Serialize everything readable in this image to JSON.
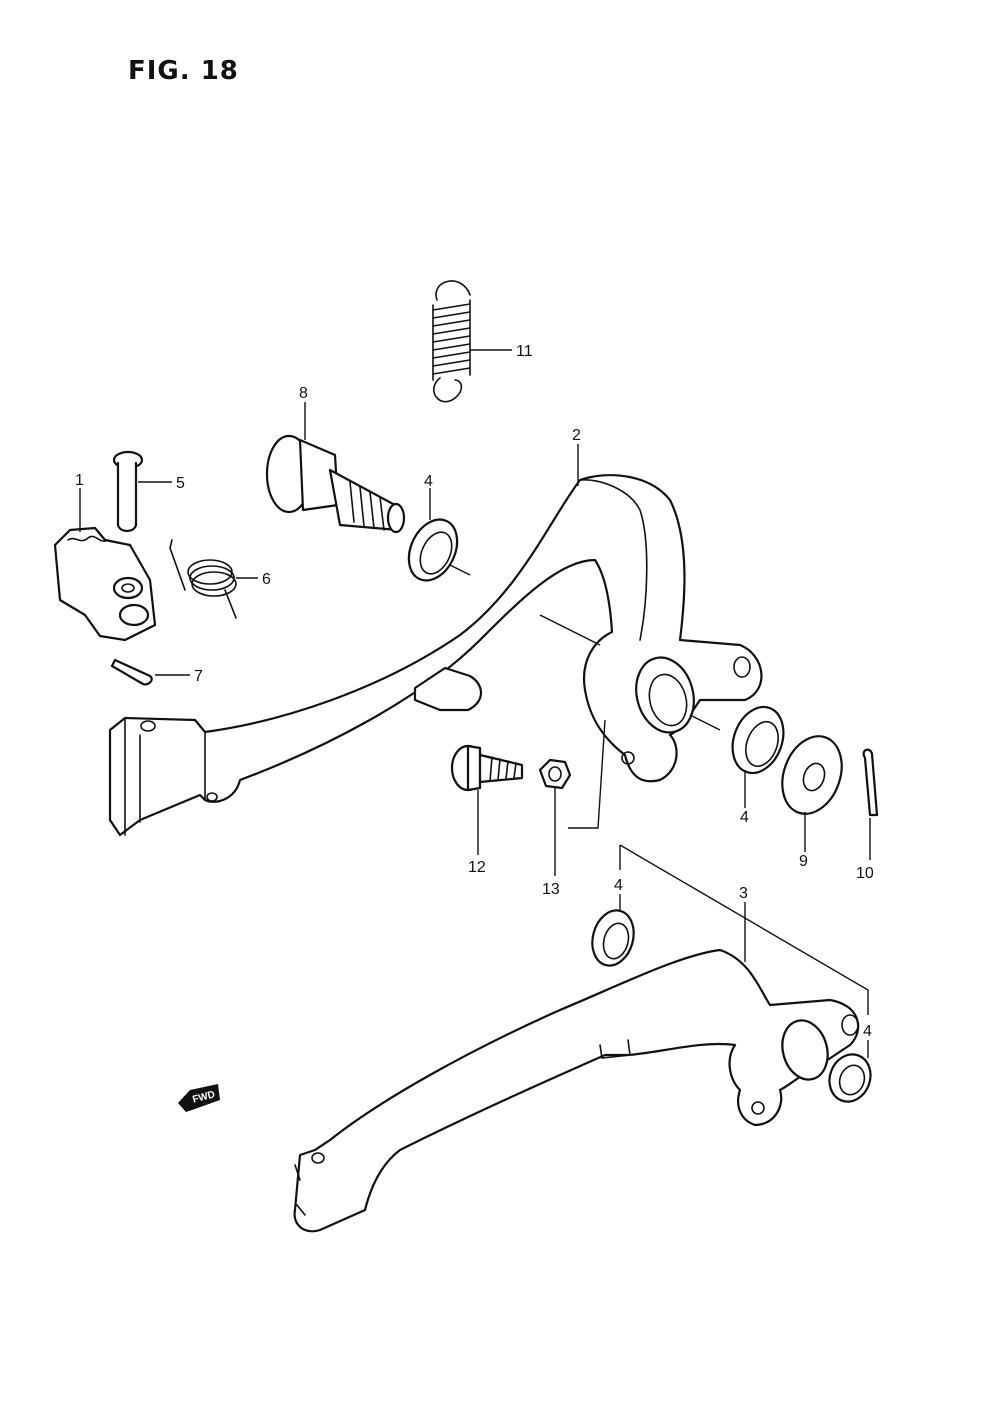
{
  "figure": {
    "title": "FIG. 18"
  },
  "callouts": {
    "c1": "1",
    "c2": "2",
    "c3": "3",
    "c4a": "4",
    "c4b": "4",
    "c4c": "4",
    "c4d": "4",
    "c5": "5",
    "c6": "6",
    "c7": "7",
    "c8": "8",
    "c9": "9",
    "c10": "10",
    "c11": "11",
    "c12": "12",
    "c13": "13"
  },
  "direction_badge": {
    "label": "FWD"
  }
}
